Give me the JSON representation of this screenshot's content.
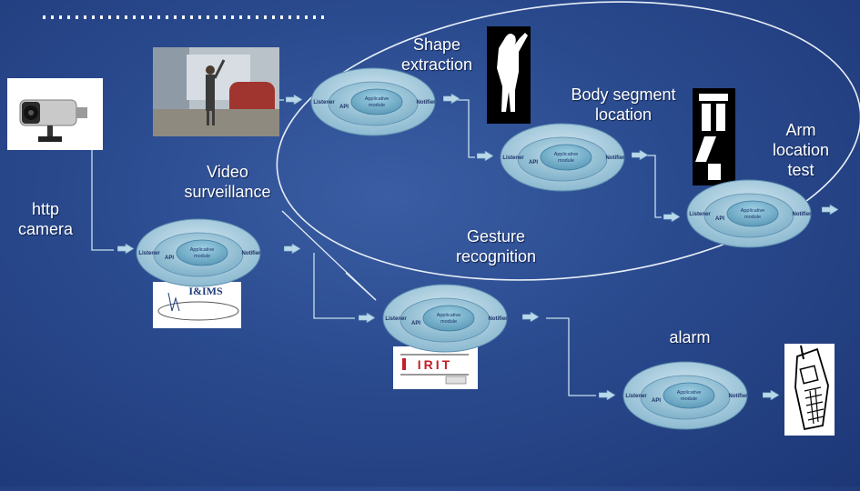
{
  "module_text": {
    "listener": "Listener",
    "notifier": "Notifier",
    "api": "API",
    "applicative": "Applicative",
    "module": "module"
  },
  "labels": {
    "shape_extraction": "Shape\nextraction",
    "body_segment": "Body segment\nlocation",
    "arm_location": "Arm\nlocation\ntest",
    "video_surveillance": "Video\nsurveillance",
    "http_camera": "http\ncamera",
    "gesture_recognition": "Gesture\nrecognition",
    "alarm": "alarm"
  },
  "logos": {
    "iims": "I&IMS",
    "irit": "IRIT"
  },
  "colors": {
    "background": "#2a4a8e",
    "ellipse_outer": "#a9ccdc",
    "ellipse_inner": "#7fb1c9",
    "connector": "#c6e0ec",
    "gesture_outline": "#e6eef7"
  }
}
